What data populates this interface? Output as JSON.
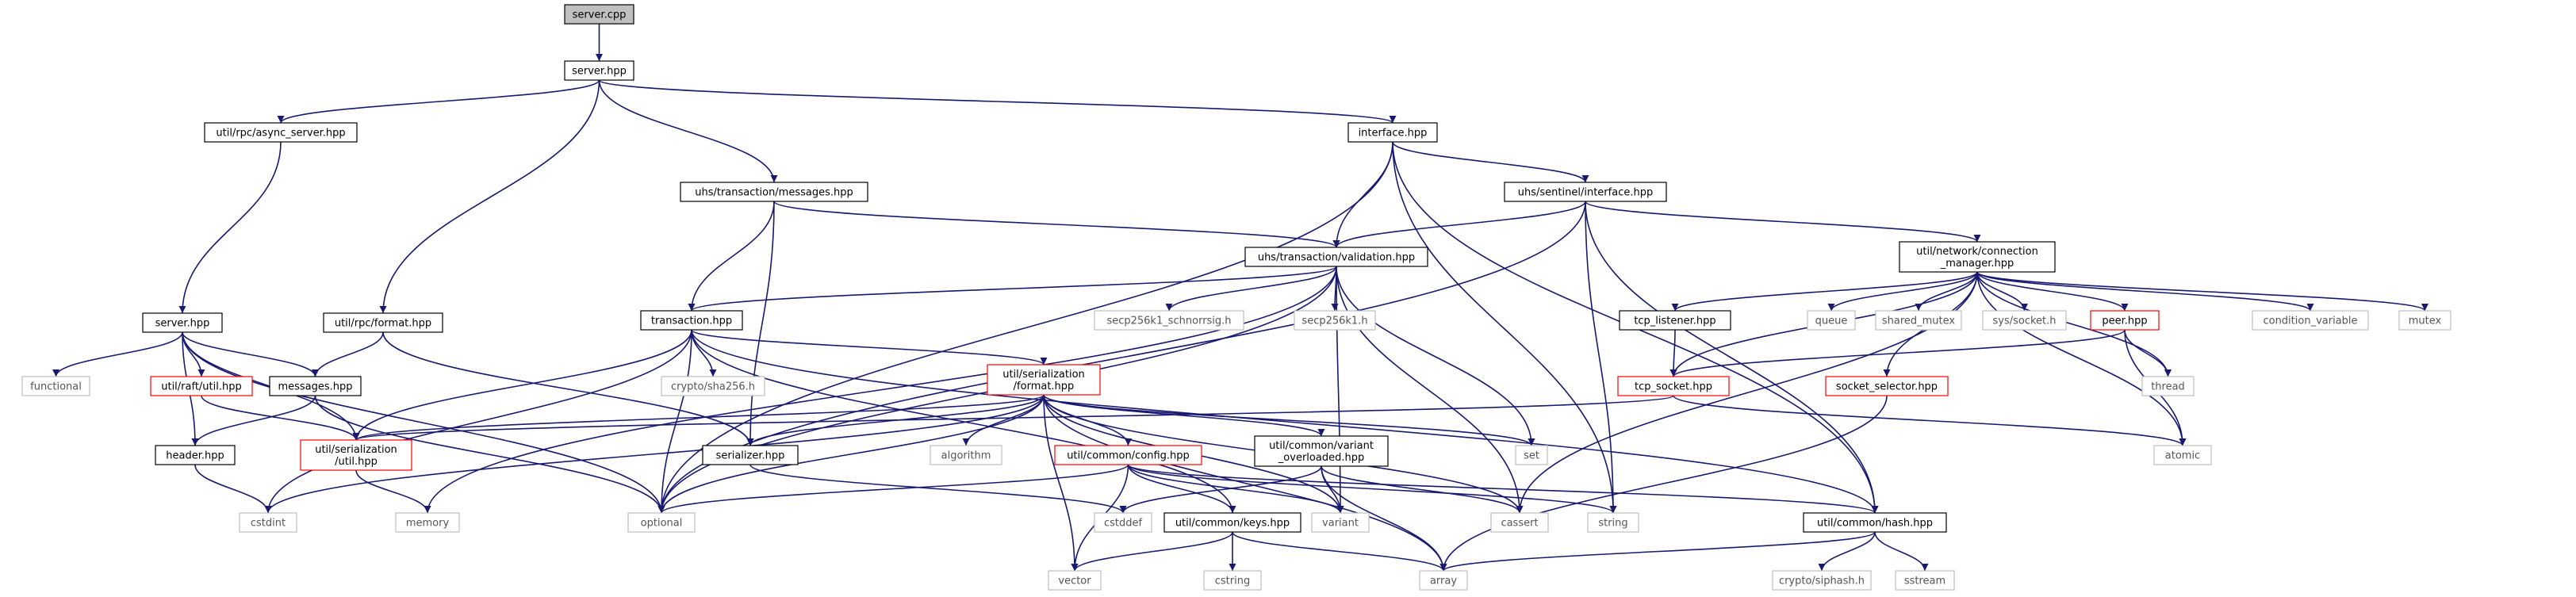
{
  "graph": {
    "nodes": [
      {
        "id": "server_cpp",
        "label": "server.cpp",
        "style": "root"
      },
      {
        "id": "server_hpp",
        "label": "server.hpp",
        "style": "black"
      },
      {
        "id": "async_server",
        "label": "util/rpc/async_server.hpp",
        "style": "black"
      },
      {
        "id": "interface_hpp",
        "label": "interface.hpp",
        "style": "black"
      },
      {
        "id": "tx_messages",
        "label": "uhs/transaction/messages.hpp",
        "style": "black"
      },
      {
        "id": "sentinel_interface",
        "label": "uhs/sentinel/interface.hpp",
        "style": "black"
      },
      {
        "id": "tx_validation",
        "label": "uhs/transaction/validation.hpp",
        "style": "black"
      },
      {
        "id": "conn_manager",
        "label": [
          "util/network/connection",
          "_manager.hpp"
        ],
        "style": "black"
      },
      {
        "id": "raft_server",
        "label": "server.hpp",
        "style": "black"
      },
      {
        "id": "rpc_format",
        "label": "util/rpc/format.hpp",
        "style": "black"
      },
      {
        "id": "transaction_hpp",
        "label": "transaction.hpp",
        "style": "black"
      },
      {
        "id": "schnorrsig",
        "label": "secp256k1_schnorrsig.h",
        "style": "gray"
      },
      {
        "id": "secp256k1",
        "label": "secp256k1.h",
        "style": "gray"
      },
      {
        "id": "tcp_listener",
        "label": "tcp_listener.hpp",
        "style": "black"
      },
      {
        "id": "queue",
        "label": "queue",
        "style": "gray"
      },
      {
        "id": "shared_mutex",
        "label": "shared_mutex",
        "style": "gray"
      },
      {
        "id": "sys_socket",
        "label": "sys/socket.h",
        "style": "gray"
      },
      {
        "id": "peer_hpp",
        "label": "peer.hpp",
        "style": "red"
      },
      {
        "id": "condition_variable",
        "label": "condition_variable",
        "style": "gray"
      },
      {
        "id": "mutex",
        "label": "mutex",
        "style": "gray"
      },
      {
        "id": "functional",
        "label": "functional",
        "style": "gray"
      },
      {
        "id": "raft_util",
        "label": "util/raft/util.hpp",
        "style": "red"
      },
      {
        "id": "messages_hpp",
        "label": "messages.hpp",
        "style": "black"
      },
      {
        "id": "crypto_sha256",
        "label": "crypto/sha256.h",
        "style": "gray"
      },
      {
        "id": "ser_format",
        "label": [
          "util/serialization",
          "/format.hpp"
        ],
        "style": "red"
      },
      {
        "id": "tcp_socket",
        "label": "tcp_socket.hpp",
        "style": "red"
      },
      {
        "id": "socket_selector",
        "label": "socket_selector.hpp",
        "style": "red"
      },
      {
        "id": "thread",
        "label": "thread",
        "style": "gray"
      },
      {
        "id": "header_hpp",
        "label": "header.hpp",
        "style": "black"
      },
      {
        "id": "ser_util",
        "label": [
          "util/serialization",
          "/util.hpp"
        ],
        "style": "red"
      },
      {
        "id": "serializer_hpp",
        "label": "serializer.hpp",
        "style": "black"
      },
      {
        "id": "algorithm",
        "label": "algorithm",
        "style": "gray"
      },
      {
        "id": "config_hpp",
        "label": "util/common/config.hpp",
        "style": "red"
      },
      {
        "id": "variant_overloaded",
        "label": [
          "util/common/variant",
          "_overloaded.hpp"
        ],
        "style": "black"
      },
      {
        "id": "set",
        "label": "set",
        "style": "gray"
      },
      {
        "id": "atomic",
        "label": "atomic",
        "style": "gray"
      },
      {
        "id": "cstdint",
        "label": "cstdint",
        "style": "gray"
      },
      {
        "id": "memory",
        "label": "memory",
        "style": "gray"
      },
      {
        "id": "optional",
        "label": "optional",
        "style": "gray"
      },
      {
        "id": "cstddef",
        "label": "cstddef",
        "style": "gray"
      },
      {
        "id": "keys_hpp",
        "label": "util/common/keys.hpp",
        "style": "black"
      },
      {
        "id": "variant",
        "label": "variant",
        "style": "gray"
      },
      {
        "id": "cassert",
        "label": "cassert",
        "style": "gray"
      },
      {
        "id": "string",
        "label": "string",
        "style": "gray"
      },
      {
        "id": "hash_hpp",
        "label": "util/common/hash.hpp",
        "style": "black"
      },
      {
        "id": "vector",
        "label": "vector",
        "style": "gray"
      },
      {
        "id": "cstring",
        "label": "cstring",
        "style": "gray"
      },
      {
        "id": "array",
        "label": "array",
        "style": "gray"
      },
      {
        "id": "siphash",
        "label": "crypto/siphash.h",
        "style": "gray"
      },
      {
        "id": "sstream",
        "label": "sstream",
        "style": "gray"
      }
    ],
    "edges": [
      [
        "server_cpp",
        "server_hpp"
      ],
      [
        "server_hpp",
        "async_server"
      ],
      [
        "server_hpp",
        "interface_hpp"
      ],
      [
        "server_hpp",
        "tx_messages"
      ],
      [
        "server_hpp",
        "rpc_format"
      ],
      [
        "async_server",
        "raft_server"
      ],
      [
        "interface_hpp",
        "sentinel_interface"
      ],
      [
        "interface_hpp",
        "tx_validation"
      ],
      [
        "interface_hpp",
        "optional"
      ],
      [
        "interface_hpp",
        "string"
      ],
      [
        "interface_hpp",
        "hash_hpp"
      ],
      [
        "tx_messages",
        "tx_validation"
      ],
      [
        "tx_messages",
        "transaction_hpp"
      ],
      [
        "tx_messages",
        "serializer_hpp"
      ],
      [
        "sentinel_interface",
        "tx_validation"
      ],
      [
        "sentinel_interface",
        "conn_manager"
      ],
      [
        "sentinel_interface",
        "string"
      ],
      [
        "sentinel_interface",
        "optional"
      ],
      [
        "sentinel_interface",
        "hash_hpp"
      ],
      [
        "tx_validation",
        "transaction_hpp"
      ],
      [
        "tx_validation",
        "schnorrsig"
      ],
      [
        "tx_validation",
        "secp256k1"
      ],
      [
        "tx_validation",
        "set"
      ],
      [
        "tx_validation",
        "variant"
      ],
      [
        "tx_validation",
        "optional"
      ],
      [
        "tx_validation",
        "memory"
      ],
      [
        "tx_validation",
        "cassert"
      ],
      [
        "conn_manager",
        "tcp_listener"
      ],
      [
        "conn_manager",
        "queue"
      ],
      [
        "conn_manager",
        "shared_mutex"
      ],
      [
        "conn_manager",
        "sys_socket"
      ],
      [
        "conn_manager",
        "peer_hpp"
      ],
      [
        "conn_manager",
        "condition_variable"
      ],
      [
        "conn_manager",
        "mutex"
      ],
      [
        "conn_manager",
        "tcp_socket"
      ],
      [
        "conn_manager",
        "socket_selector"
      ],
      [
        "conn_manager",
        "thread"
      ],
      [
        "conn_manager",
        "atomic"
      ],
      [
        "conn_manager",
        "cassert"
      ],
      [
        "tcp_listener",
        "tcp_socket"
      ],
      [
        "peer_hpp",
        "tcp_socket"
      ],
      [
        "peer_hpp",
        "thread"
      ],
      [
        "peer_hpp",
        "atomic"
      ],
      [
        "tcp_socket",
        "atomic"
      ],
      [
        "tcp_socket",
        "ser_util"
      ],
      [
        "socket_selector",
        "array"
      ],
      [
        "raft_server",
        "functional"
      ],
      [
        "raft_server",
        "raft_util"
      ],
      [
        "raft_server",
        "messages_hpp"
      ],
      [
        "raft_server",
        "header_hpp"
      ],
      [
        "raft_server",
        "ser_util"
      ],
      [
        "raft_server",
        "optional"
      ],
      [
        "rpc_format",
        "messages_hpp"
      ],
      [
        "rpc_format",
        "serializer_hpp"
      ],
      [
        "messages_hpp",
        "header_hpp"
      ],
      [
        "messages_hpp",
        "optional"
      ],
      [
        "raft_util",
        "ser_util"
      ],
      [
        "transaction_hpp",
        "crypto_sha256"
      ],
      [
        "transaction_hpp",
        "ser_format"
      ],
      [
        "transaction_hpp",
        "hash_hpp"
      ],
      [
        "transaction_hpp",
        "keys_hpp"
      ],
      [
        "transaction_hpp",
        "optional"
      ],
      [
        "transaction_hpp",
        "cstdint"
      ],
      [
        "transaction_hpp",
        "ser_util"
      ],
      [
        "ser_format",
        "serializer_hpp"
      ],
      [
        "ser_format",
        "ser_util"
      ],
      [
        "ser_format",
        "algorithm"
      ],
      [
        "ser_format",
        "config_hpp"
      ],
      [
        "ser_format",
        "variant_overloaded"
      ],
      [
        "ser_format",
        "set"
      ],
      [
        "ser_format",
        "optional"
      ],
      [
        "ser_format",
        "cstdint"
      ],
      [
        "ser_format",
        "vector"
      ],
      [
        "ser_format",
        "variant"
      ],
      [
        "ser_format",
        "array"
      ],
      [
        "ser_format",
        "cassert"
      ],
      [
        "ser_util",
        "memory"
      ],
      [
        "header_hpp",
        "cstdint"
      ],
      [
        "serializer_hpp",
        "cstddef"
      ],
      [
        "config_hpp",
        "keys_hpp"
      ],
      [
        "config_hpp",
        "hash_hpp"
      ],
      [
        "config_hpp",
        "optional"
      ],
      [
        "config_hpp",
        "variant"
      ],
      [
        "config_hpp",
        "string"
      ],
      [
        "config_hpp",
        "vector"
      ],
      [
        "variant_overloaded",
        "variant"
      ],
      [
        "variant_overloaded",
        "cstddef"
      ],
      [
        "variant_overloaded",
        "array"
      ],
      [
        "variant_overloaded",
        "cassert"
      ],
      [
        "keys_hpp",
        "vector"
      ],
      [
        "keys_hpp",
        "cstring"
      ],
      [
        "keys_hpp",
        "array"
      ],
      [
        "hash_hpp",
        "array"
      ],
      [
        "hash_hpp",
        "siphash"
      ],
      [
        "hash_hpp",
        "sstream"
      ]
    ]
  }
}
